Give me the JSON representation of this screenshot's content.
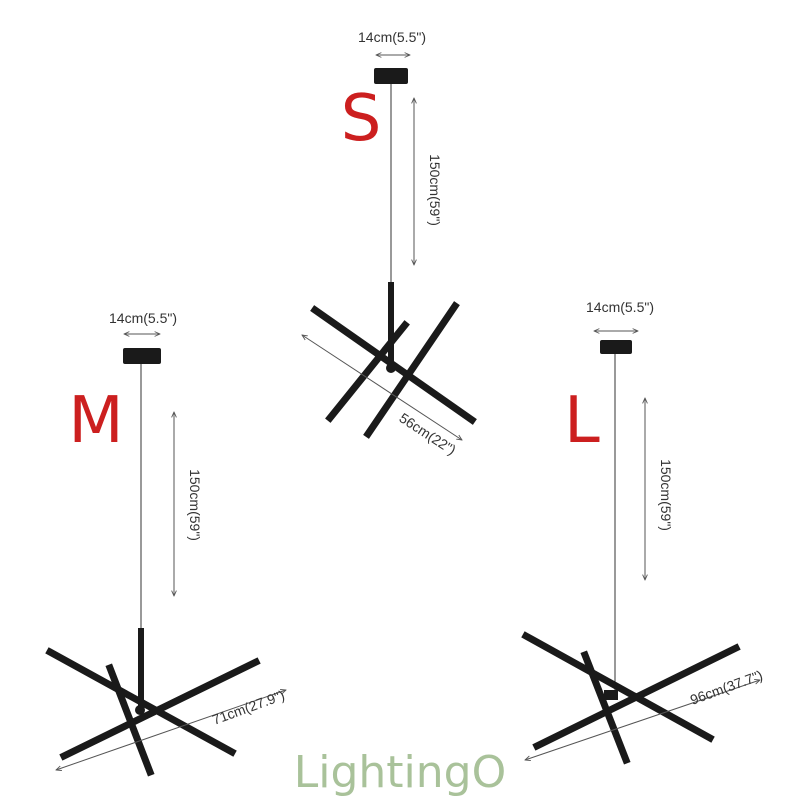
{
  "colors": {
    "size_letter": "#cc1f1f",
    "fixture": "#1a1a1a",
    "dimension_line": "#555555",
    "brand": "#a9c29a"
  },
  "variants": [
    {
      "size_label": "S",
      "canopy_width": "14cm(5.5\")",
      "drop_length": "150cm(59\")",
      "span": "56cm(22\")"
    },
    {
      "size_label": "M",
      "canopy_width": "14cm(5.5\")",
      "drop_length": "150cm(59\")",
      "span": "71cm(27.9\")"
    },
    {
      "size_label": "L",
      "canopy_width": "14cm(5.5\")",
      "drop_length": "150cm(59\")",
      "span": "96cm(37.7\")"
    }
  ],
  "brand": {
    "text": "LightingO"
  }
}
